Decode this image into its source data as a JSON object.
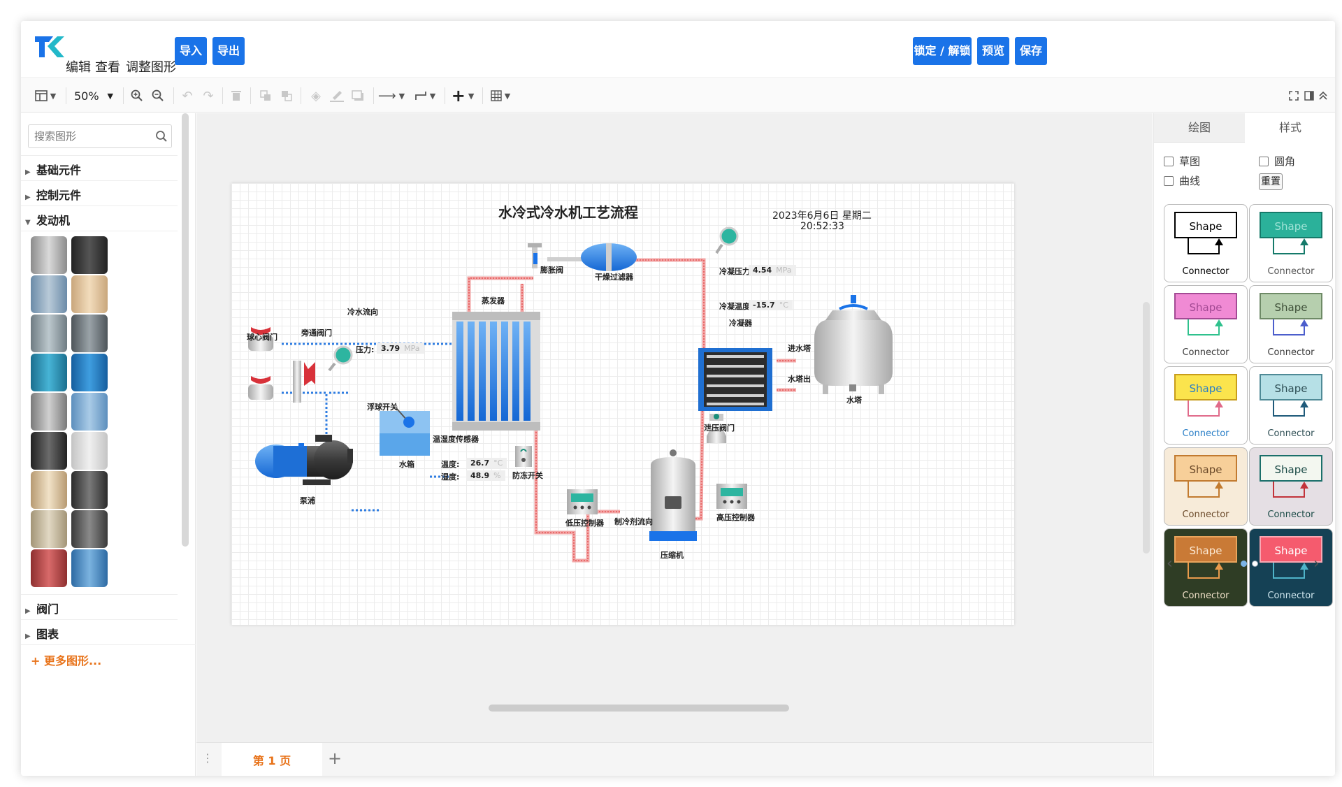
{
  "menubar": {
    "menus": [
      "编辑",
      "查看",
      "调整图形"
    ],
    "import_label": "导入",
    "export_label": "导出",
    "lock_label": "锁定 / 解锁",
    "preview_label": "预览",
    "save_label": "保存"
  },
  "toolbar": {
    "zoom": "50%"
  },
  "sidebar": {
    "search_placeholder": "搜索图形",
    "categories": [
      "基础元件",
      "控制元件",
      "发动机",
      "阀门",
      "图表"
    ],
    "more_label": "+ 更多图形..."
  },
  "pagebar": {
    "tab_label": "第 1 页",
    "add_label": "+"
  },
  "right_panel": {
    "tab_draw": "绘图",
    "tab_style": "样式",
    "chk_sketch": "草图",
    "chk_rounded": "圆角",
    "chk_curved": "曲线",
    "reset_label": "重置",
    "swatch_shape": "Shape",
    "swatch_connector": "Connector"
  },
  "diagram": {
    "title": "水冷式冷水机工艺流程",
    "date": "2023年6月6日 星期二",
    "time": "20:52:33",
    "labels": {
      "ball_valve": "球心阀门",
      "chilled_flow": "冷水流向",
      "bypass_valve": "旁通阀门",
      "pressure": "压力:",
      "pressure_val": "3.79",
      "pressure_unit": "MPa",
      "evaporator": "蒸发器",
      "expansion_valve": "膨胀阀",
      "dryer_filter": "干燥过滤器",
      "cond_pressure": "冷凝压力:",
      "cond_pressure_val": "4.54",
      "cond_pressure_unit": "MPa",
      "cond_temp": "冷凝温度:",
      "cond_temp_val": "-15.7",
      "cond_temp_unit": "°C",
      "condenser": "冷凝器",
      "tower_in": "进水塔",
      "tower_out": "水塔出",
      "tower": "水塔",
      "relief_valve": "泄压阀门",
      "float_switch": "浮球开关",
      "temp_humid_sensor": "温湿度传感器",
      "water_tank": "水箱",
      "pump": "泵浦",
      "temp": "温度:",
      "temp_val": "26.7",
      "temp_unit": "°C",
      "humid": "湿度:",
      "humid_val": "48.9",
      "humid_unit": "%",
      "antifreeze": "防冻开关",
      "low_pressure_ctrl": "低压控制器",
      "refrigerant_flow": "制冷剂流向",
      "compressor": "压缩机",
      "high_pressure_ctrl": "高压控制器"
    }
  },
  "colors": {
    "accent": "#1a73e8",
    "orange": "#e8731a",
    "chilled_pipe": "#2f7de1",
    "refrigerant_pipe": "#e86a6a"
  }
}
